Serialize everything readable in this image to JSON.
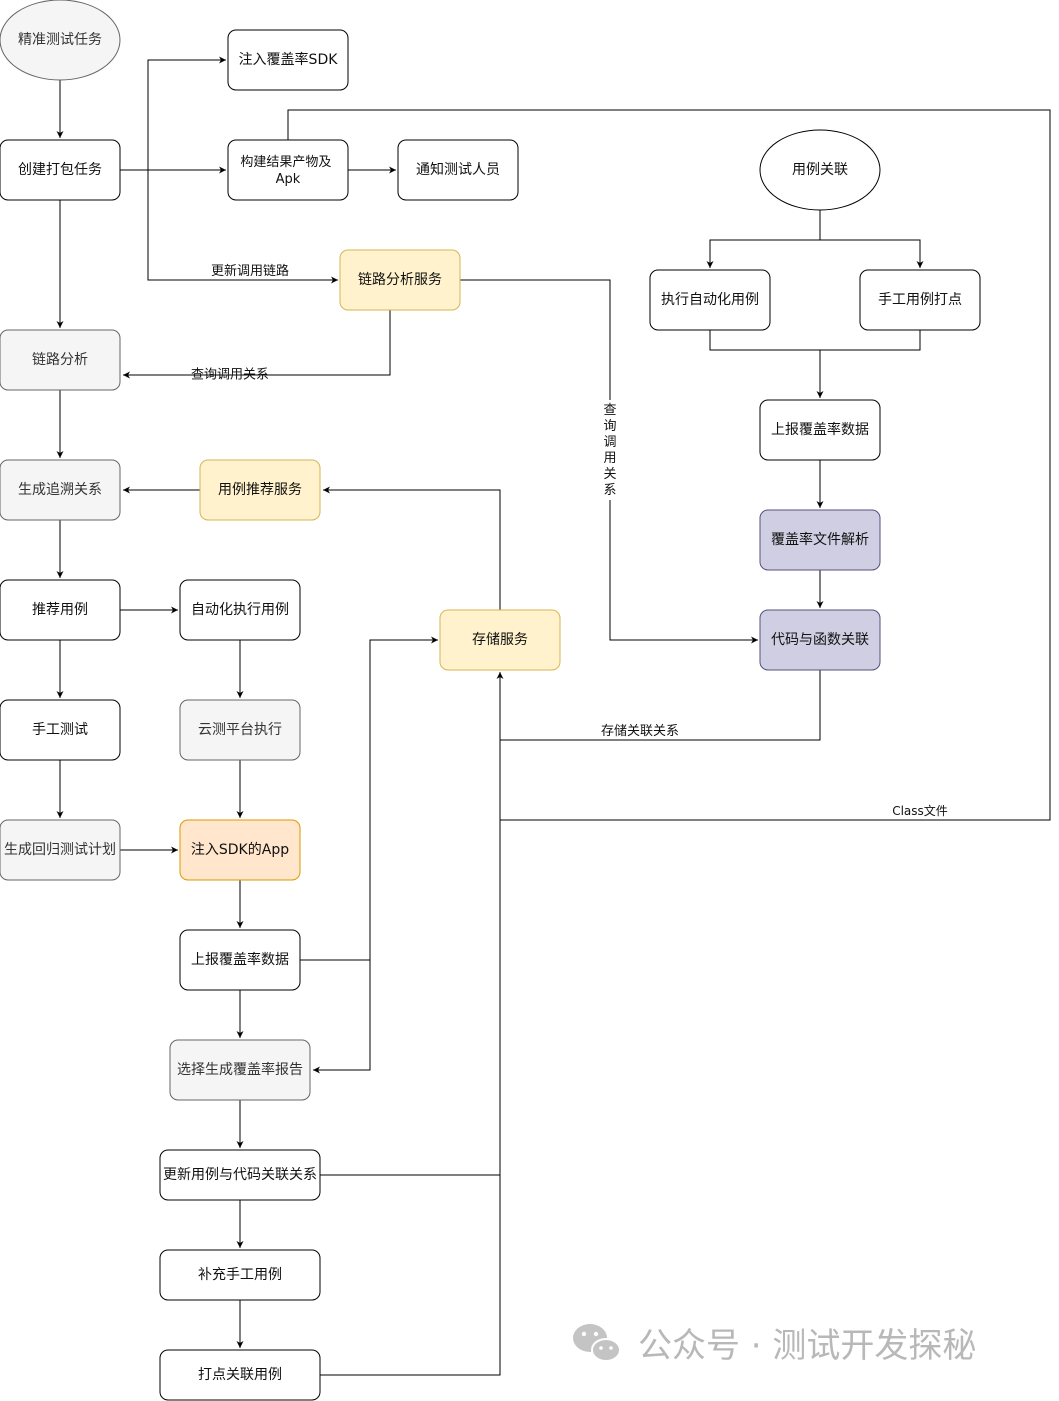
{
  "nodes": {
    "precise_test_task": "精准测试任务",
    "inject_sdk": "注入覆盖率SDK",
    "create_pack_task": "创建打包任务",
    "build_apk": "构建结果产物及Apk",
    "notify_tester": "通知测试人员",
    "case_link": "用例关联",
    "trace_service": "链路分析服务",
    "exec_auto_case": "执行自动化用例",
    "manual_case_mark": "手工用例打点",
    "trace_analysis": "链路分析",
    "report_coverage_right": "上报覆盖率数据",
    "gen_trace_relation": "生成追溯关系",
    "case_recommend_service": "用例推荐服务",
    "coverage_parse": "覆盖率文件解析",
    "recommend_case": "推荐用例",
    "auto_exec_case": "自动化执行用例",
    "storage_service": "存储服务",
    "code_func_link": "代码与函数关联",
    "manual_test": "手工测试",
    "cloud_exec": "云测平台执行",
    "gen_regression_plan": "生成回归测试计划",
    "sdk_app": "注入SDK的App",
    "report_coverage_left": "上报覆盖率数据",
    "gen_coverage_report": "选择生成覆盖率报告",
    "update_case_code": "更新用例与代码关联关系",
    "add_manual_case": "补充手工用例",
    "mark_link_case": "打点关联用例"
  },
  "edge_labels": {
    "update_call_chain": "更新调用链路",
    "query_call_relation_h": "查询调用关系",
    "query_call_relation_v": "查询调用关系",
    "store_relation": "存储关联关系",
    "class_file": "Class文件"
  },
  "watermark": "公众号 · 测试开发探秘",
  "colors": {
    "white_fill": "#ffffff",
    "grey_fill": "#f5f5f5",
    "yellow_fill": "#fff2cc",
    "yellow_stroke": "#d6b656",
    "orange_fill": "#ffe6cc",
    "orange_stroke": "#d79b00",
    "purple_fill": "#d0cee2",
    "purple_stroke": "#56517e",
    "ellipse_grey_fill": "#f5f5f5",
    "line": "#000000"
  }
}
